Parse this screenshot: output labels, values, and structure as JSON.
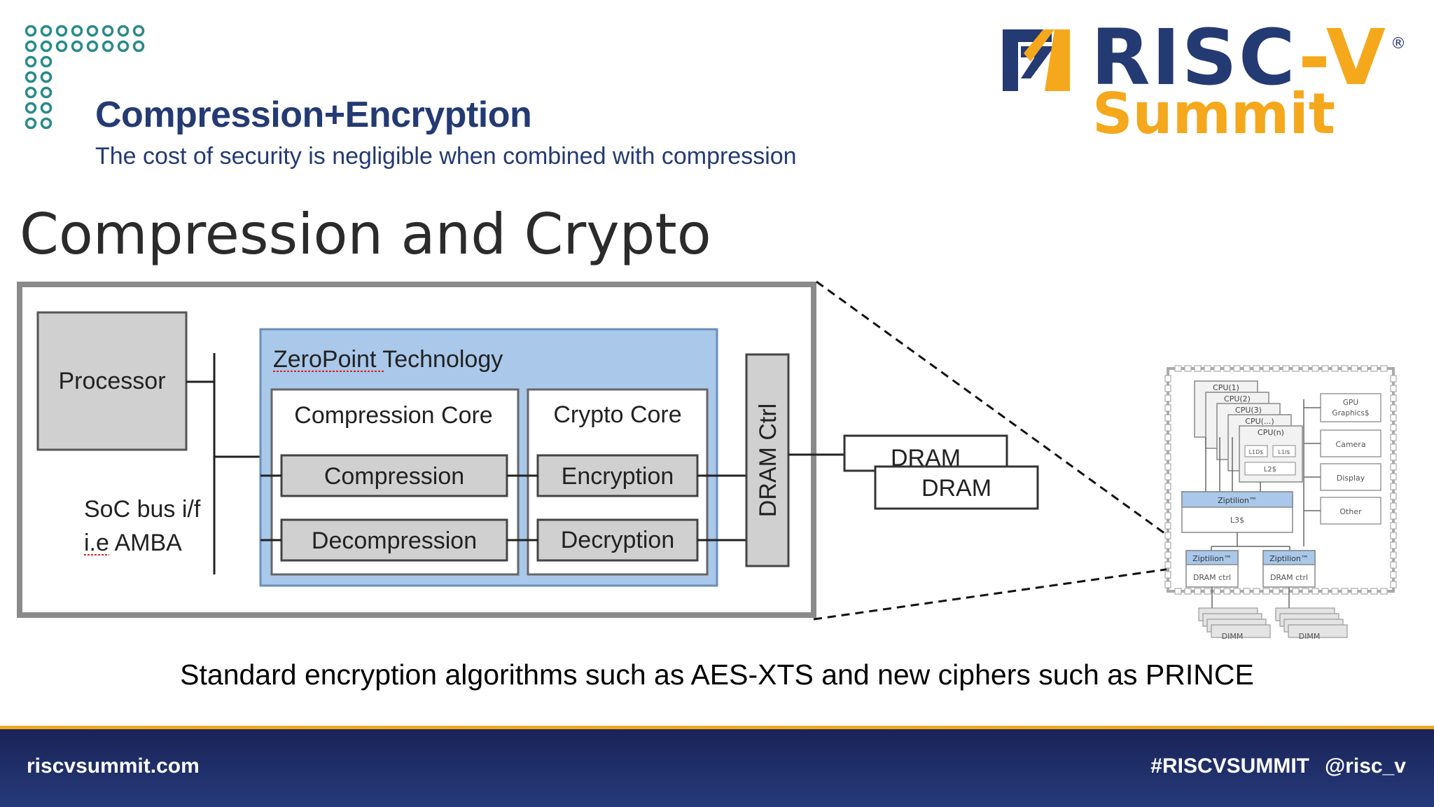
{
  "slide": {
    "title": "Compression+Encryption",
    "subtitle": "The cost of security is negligible when combined with compression",
    "heading": "Compression and Crypto",
    "caption": "Standard encryption algorithms such as AES-XTS and new ciphers such as PRINCE"
  },
  "logo": {
    "risc": "RISC",
    "dash_v": "-V",
    "reg": "®",
    "summit": "Summit"
  },
  "diagram": {
    "processor": "Processor",
    "bus_line1": "SoC bus i/f",
    "bus_line2": "i.e AMBA",
    "zeropoint": "ZeroPoint Technology",
    "compression_core": "Compression Core",
    "compression": "Compression",
    "decompression": "Decompression",
    "crypto_core": "Crypto Core",
    "encryption": "Encryption",
    "decryption": "Decryption",
    "dram_ctrl": "DRAM Ctrl",
    "dram_back": "DRAM",
    "dram_front": "DRAM"
  },
  "soc": {
    "cpus": [
      "CPU(1)",
      "CPU(2)",
      "CPU(3)",
      "CPU(...)",
      "CPU(n)"
    ],
    "l1_left": "L1D$",
    "l1_right": "L1I$",
    "l2": "L2$",
    "ziptilion_main": "Ziptilion™",
    "l3": "L3$",
    "side_blocks": [
      "GPU Graphics$",
      "Camera",
      "Display",
      "Other"
    ],
    "ziptilion_left": "Ziptilion™",
    "ziptilion_right": "Ziptilion™",
    "dram_ctrl_left": "DRAM ctrl",
    "dram_ctrl_right": "DRAM ctrl",
    "dimm_left": "DIMM",
    "dimm_right": "DIMM"
  },
  "footer": {
    "website": "riscvsummit.com",
    "hashtag": "#RISCVSUMMIT",
    "handle": "@risc_v"
  },
  "colors": {
    "navy": "#243a73",
    "gold": "#f5a81c",
    "teal": "#2a8a8a",
    "zp_blue": "#a9c8ea",
    "block_gray": "#d0d0d0"
  }
}
